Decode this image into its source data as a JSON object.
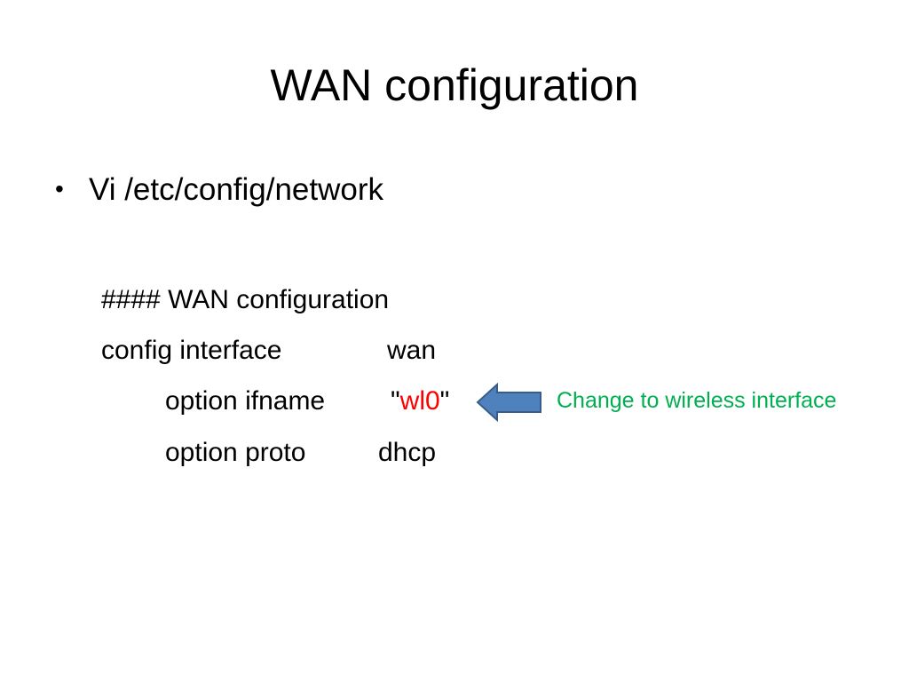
{
  "slide": {
    "title": "WAN configuration",
    "bullet": {
      "symbol": "•",
      "text": "Vi /etc/config/network"
    },
    "code": {
      "comment": "#### WAN configuration",
      "config_keyword": "config interface",
      "config_value": "wan",
      "ifname_option": "option ifname",
      "ifname_quote_open": "\"",
      "ifname_value": "wl0",
      "ifname_quote_close": "\"",
      "proto_option": "option proto",
      "proto_value": "dhcp"
    },
    "annotation": {
      "text": "Change to wireless interface",
      "arrow_icon": "left-arrow-icon"
    },
    "colors": {
      "highlight": "#ff0000",
      "annotation_text": "#00b050",
      "arrow_fill": "#4f81bd",
      "arrow_stroke": "#385d8a"
    }
  }
}
